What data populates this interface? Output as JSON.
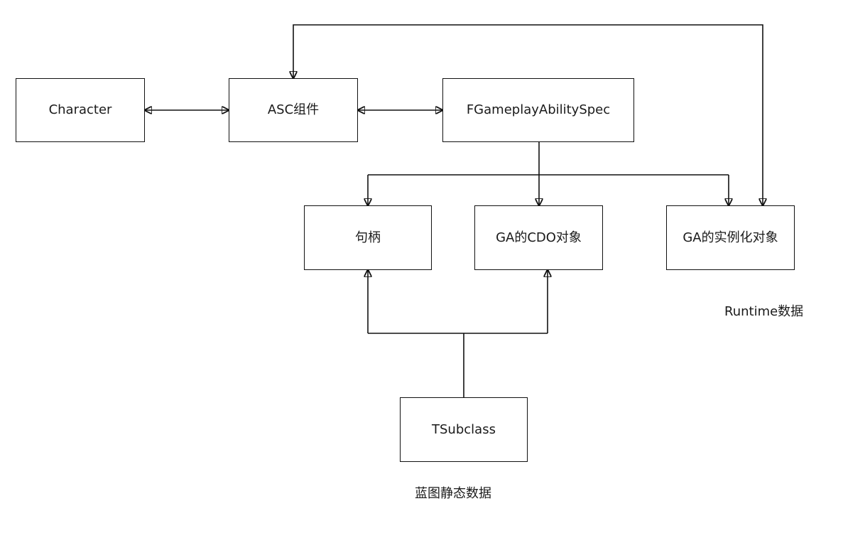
{
  "diagram": {
    "nodes": {
      "character": "Character",
      "asc": "ASC组件",
      "spec": "FGameplayAbilitySpec",
      "handle": "句柄",
      "cdo": "GA的CDO对象",
      "instance": "GA的实例化对象",
      "tsubclass": "TSubclass"
    },
    "annotations": {
      "runtime": "Runtime数据",
      "blueprint_static": "蓝图静态数据"
    },
    "edges": [
      {
        "from": "character",
        "to": "asc",
        "direction": "both"
      },
      {
        "from": "asc",
        "to": "spec",
        "direction": "both"
      },
      {
        "from": "spec",
        "to": "handle",
        "direction": "forward"
      },
      {
        "from": "spec",
        "to": "cdo",
        "direction": "forward"
      },
      {
        "from": "spec",
        "to": "instance",
        "direction": "forward"
      },
      {
        "from": "instance",
        "to": "asc",
        "direction": "both"
      },
      {
        "from": "tsubclass",
        "to": "handle",
        "direction": "forward"
      },
      {
        "from": "tsubclass",
        "to": "cdo",
        "direction": "forward"
      }
    ]
  }
}
